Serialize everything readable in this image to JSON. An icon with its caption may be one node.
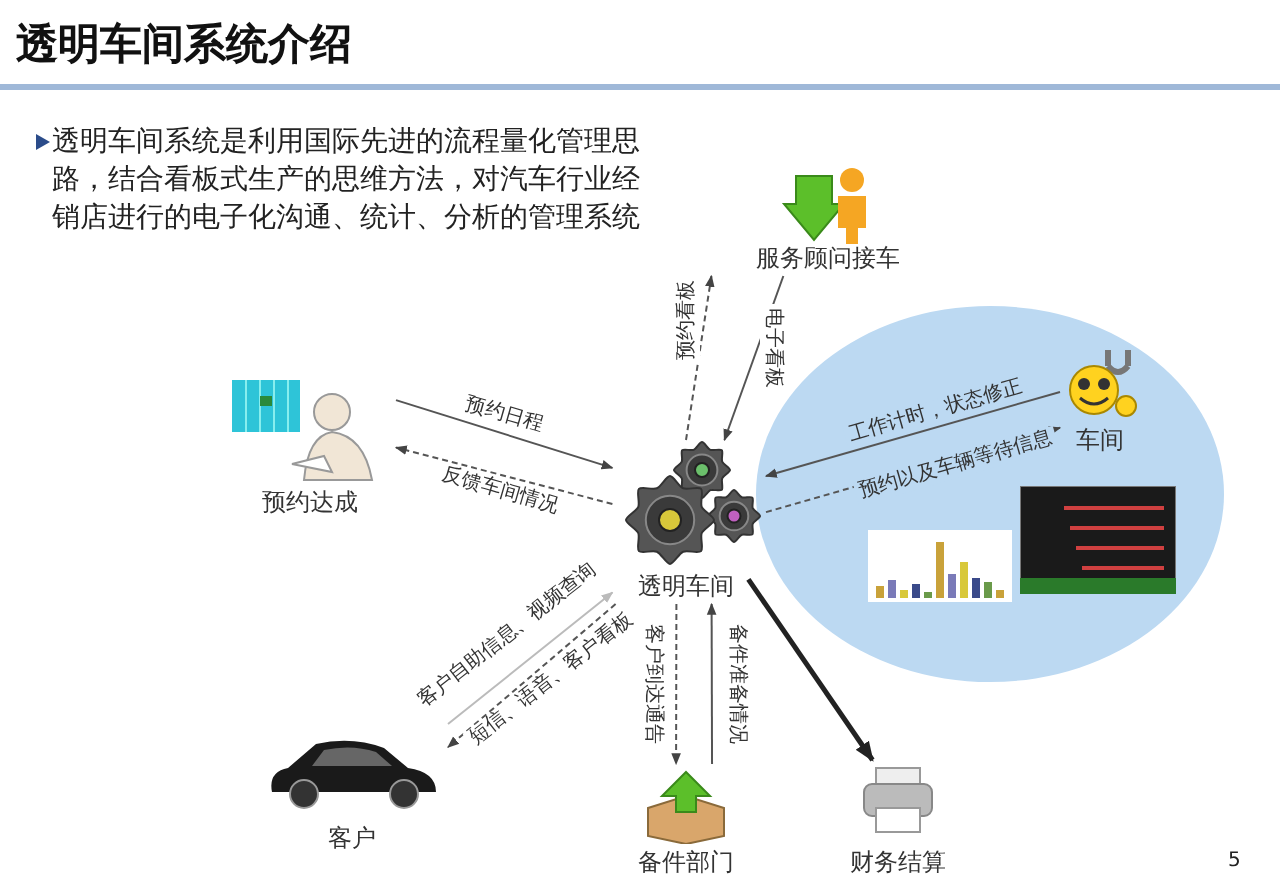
{
  "diagram": {
    "title": "透明车间系统介绍",
    "nodes": [
      {
        "text": [
          "透明车间"
        ]
      },
      {
        "text": [
          "服务顾问接车"
        ]
      },
      {
        "text": [
          "预约达成"
        ]
      },
      {
        "text": [],
        "shape": "ellipse"
      },
      {
        "text": [
          "车间"
        ],
        "in": 3
      },
      {
        "text": [
          "客户"
        ]
      },
      {
        "text": [
          "备件部门"
        ]
      },
      {
        "text": [
          "财务结算"
        ]
      }
    ],
    "edges": [
      {
        "from": 0,
        "to": 1,
        "arrow": "to",
        "label": "预约看板",
        "style": "dashed"
      },
      {
        "from": 1,
        "to": 0,
        "arrow": "to",
        "label": "电子看板"
      },
      {
        "from": 2,
        "to": 0,
        "arrow": "to",
        "label": "预约日程"
      },
      {
        "from": 0,
        "to": 2,
        "arrow": "to",
        "label": "反馈车间情况",
        "style": "dashed"
      },
      {
        "from": 4,
        "to": 0,
        "arrow": "to",
        "label": "工作计时，状态修正"
      },
      {
        "from": 0,
        "to": 4,
        "arrow": "to",
        "label": "预约以及车辆等待信息",
        "style": "dashed"
      },
      {
        "from": 5,
        "to": 0,
        "arrow": "to",
        "label": "客户自助信息、视频查询",
        "color": "#bbbbbb"
      },
      {
        "from": 0,
        "to": 5,
        "arrow": "to",
        "label": "短信、语音、客户看板",
        "style": "dashed"
      },
      {
        "from": 0,
        "to": 6,
        "arrow": "to",
        "label": "客户到达通告",
        "style": "dashed"
      },
      {
        "from": 6,
        "to": 0,
        "arrow": "to",
        "label": "备件准备情况"
      },
      {
        "from": 0,
        "to": 7,
        "arrow": "to",
        "style": "thick"
      }
    ],
    "labels": [
      "透明车间系统是利用国际先进的流程量化管理思路，结合看板式生产的思维方法，对汽车行业经销店进行的电子化沟通、统计、分析的管理系统",
      "5"
    ]
  }
}
